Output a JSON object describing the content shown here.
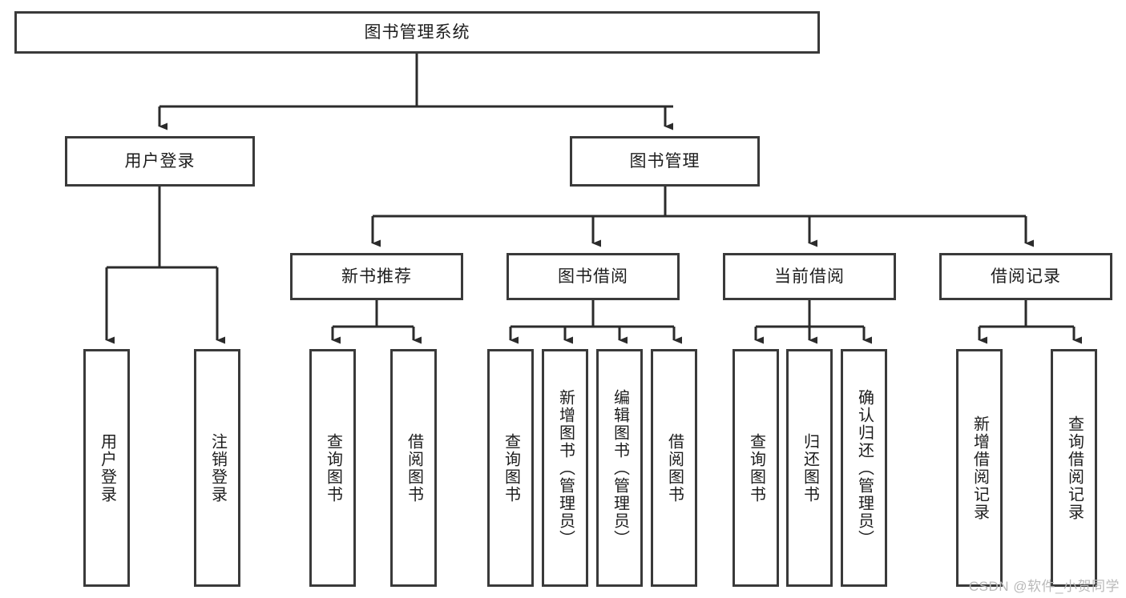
{
  "diagram": {
    "type": "tree",
    "title": "图书管理系统",
    "watermark": "CSDN @软件_小贺同学",
    "colors": {
      "box_border": "#3a3a3a",
      "box_fill": "#ffffff",
      "edge": "#2b2b2b",
      "text": "#1d1d1d",
      "watermark": "#b9b9b9"
    },
    "root": {
      "label": "图书管理系统"
    },
    "level1": [
      {
        "label": "用户登录"
      },
      {
        "label": "图书管理"
      }
    ],
    "level2": [
      {
        "label": "新书推荐"
      },
      {
        "label": "图书借阅"
      },
      {
        "label": "当前借阅"
      },
      {
        "label": "借阅记录"
      }
    ],
    "leaves": {
      "user_login": [
        {
          "label": "用户登录"
        },
        {
          "label": "注销登录"
        }
      ],
      "new_book_recommend": [
        {
          "label": "查询图书"
        },
        {
          "label": "借阅图书"
        }
      ],
      "book_borrow": [
        {
          "label": "查询图书"
        },
        {
          "label": "新增图书（管理员）"
        },
        {
          "label": "编辑图书（管理员）"
        },
        {
          "label": "借阅图书"
        }
      ],
      "current_borrow": [
        {
          "label": "查询图书"
        },
        {
          "label": "归还图书"
        },
        {
          "label": "确认归还（管理员）"
        }
      ],
      "borrow_record": [
        {
          "label": "新增借阅记录"
        },
        {
          "label": "查询借阅记录"
        }
      ]
    }
  }
}
